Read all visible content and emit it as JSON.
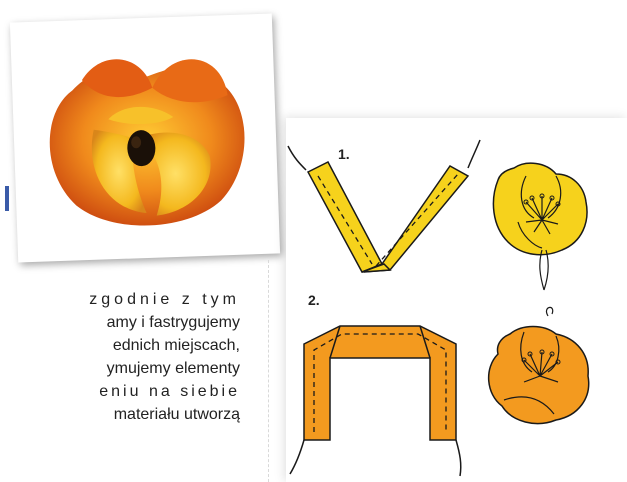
{
  "step_labels": {
    "step1": "1.",
    "step2": "2."
  },
  "body_lines": [
    "zgodnie z tym",
    "amy i fastrygujemy",
    "ednich miejscach,",
    "ymujemy elementy",
    "eniu na siebie",
    "materiału utworzą"
  ],
  "colors": {
    "yellow_ribbon": "#f6d21c",
    "orange_ribbon": "#f39a1f",
    "outline": "#1a1a1a",
    "accent_blue": "#3a5ba8"
  },
  "icons": {
    "photo": "ribbon-flower-photo",
    "step1_strip": "v-shaped-yellow-ribbon-icon",
    "step1_flower": "yellow-ribbon-flower-icon",
    "step2_strip": "u-shaped-orange-ribbon-icon",
    "step2_flower": "orange-ribbon-flower-icon"
  }
}
